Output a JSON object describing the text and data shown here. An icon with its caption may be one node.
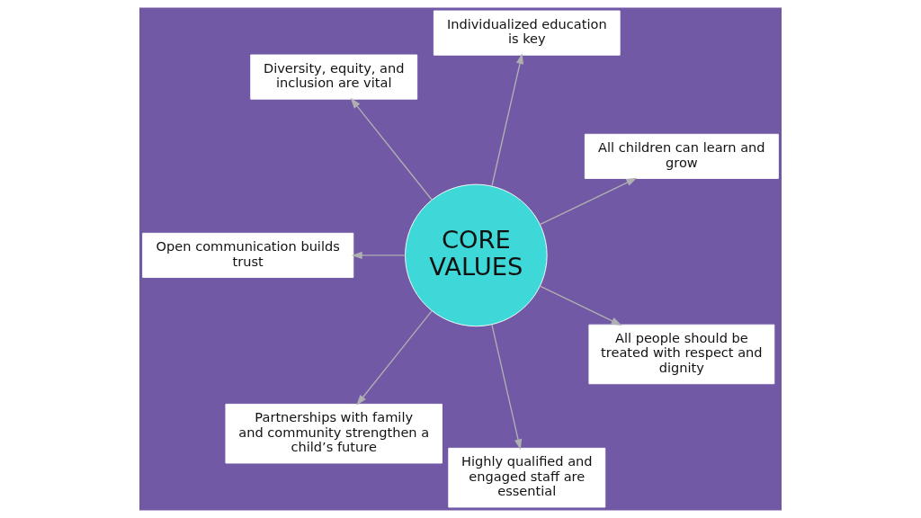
{
  "diagram": {
    "nodes": [
      {
        "text": [
          "CORE VALUES"
        ]
      },
      {
        "text": [
          "All children can learn and grow"
        ]
      },
      {
        "text": [
          "Individualized education is key"
        ]
      },
      {
        "text": [
          "Diversity, equity, and inclusion are vital"
        ]
      },
      {
        "text": [
          "Open communication builds trust"
        ]
      },
      {
        "text": [
          "Partnerships with family and community strengthen a child’s future"
        ]
      },
      {
        "text": [
          "Highly qualified and engaged staff are essential"
        ]
      },
      {
        "text": [
          "All people should be treated with respect and dignity"
        ]
      }
    ],
    "edges": [
      {
        "from": 0,
        "to": 1,
        "arrow": "to"
      },
      {
        "from": 0,
        "to": 2,
        "arrow": "to"
      },
      {
        "from": 0,
        "to": 3,
        "arrow": "to"
      },
      {
        "from": 0,
        "to": 4,
        "arrow": "to"
      },
      {
        "from": 0,
        "to": 5,
        "arrow": "to"
      },
      {
        "from": 0,
        "to": 6,
        "arrow": "to"
      },
      {
        "from": 0,
        "to": 7,
        "arrow": "to"
      }
    ]
  }
}
